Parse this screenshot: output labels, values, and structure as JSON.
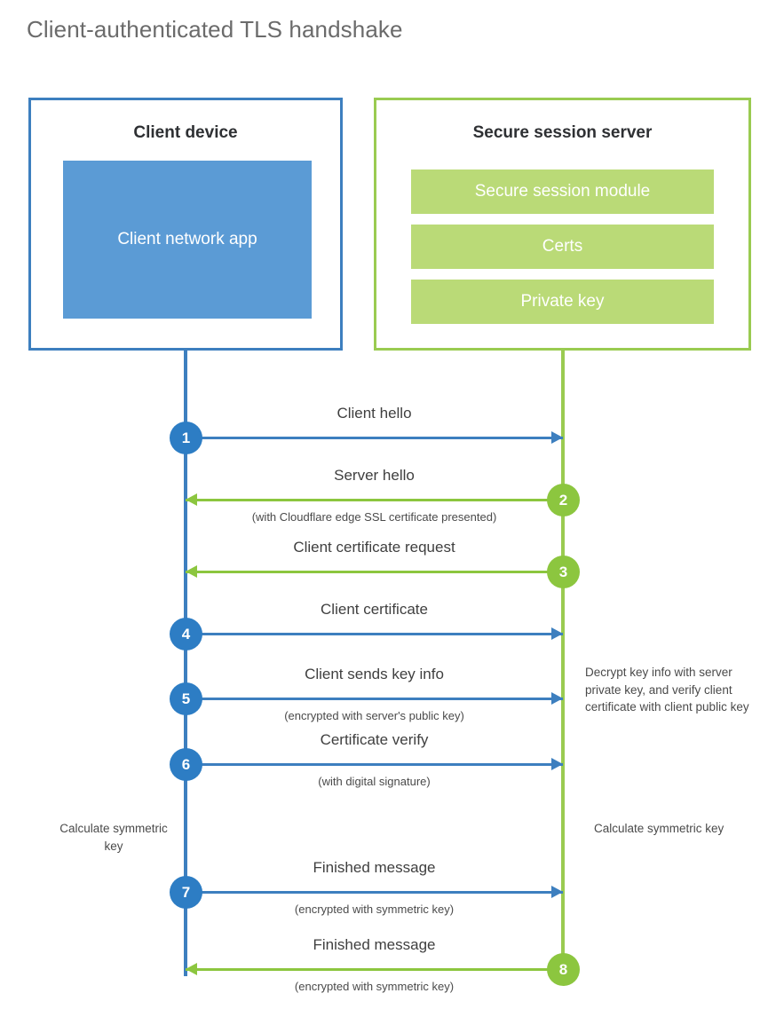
{
  "title": "Client-authenticated TLS handshake",
  "colors": {
    "blue_border": "#3d7fbf",
    "blue_circle": "#2d7dc4",
    "blue_fill": "#5b9bd5",
    "green_border": "#9acb51",
    "green_circle": "#8cc63f",
    "green_fill": "#bada77",
    "title_text": "#6b6b6b"
  },
  "client": {
    "box_title": "Client device",
    "app_label": "Client network app"
  },
  "server": {
    "box_title": "Secure session server",
    "bars": [
      "Secure session module",
      "Certs",
      "Private key"
    ]
  },
  "steps": [
    {
      "number": "1",
      "label": "Client hello",
      "sublabel": "",
      "direction": "client-to-server",
      "origin": "client"
    },
    {
      "number": "2",
      "label": "Server hello",
      "sublabel": "(with Cloudflare edge SSL certificate presented)",
      "direction": "server-to-client",
      "origin": "server"
    },
    {
      "number": "3",
      "label": "Client certificate request",
      "sublabel": "",
      "direction": "server-to-client",
      "origin": "server"
    },
    {
      "number": "4",
      "label": "Client certificate",
      "sublabel": "",
      "direction": "client-to-server",
      "origin": "client"
    },
    {
      "number": "5",
      "label": "Client sends key info",
      "sublabel": "(encrypted with server's public key)",
      "direction": "client-to-server",
      "origin": "client"
    },
    {
      "number": "6",
      "label": "Certificate verify",
      "sublabel": "(with digital signature)",
      "direction": "client-to-server",
      "origin": "client"
    },
    {
      "number": "7",
      "label": "Finished message",
      "sublabel": "(encrypted with symmetric key)",
      "direction": "client-to-server",
      "origin": "client"
    },
    {
      "number": "8",
      "label": "Finished message",
      "sublabel": "(encrypted with symmetric key)",
      "direction": "server-to-client",
      "origin": "server"
    }
  ],
  "notes": {
    "server_decrypt": "Decrypt key info with server private key, and verify client certificate with client public key",
    "client_calculate": "Calculate symmetric key",
    "server_calculate": "Calculate symmetric key"
  }
}
